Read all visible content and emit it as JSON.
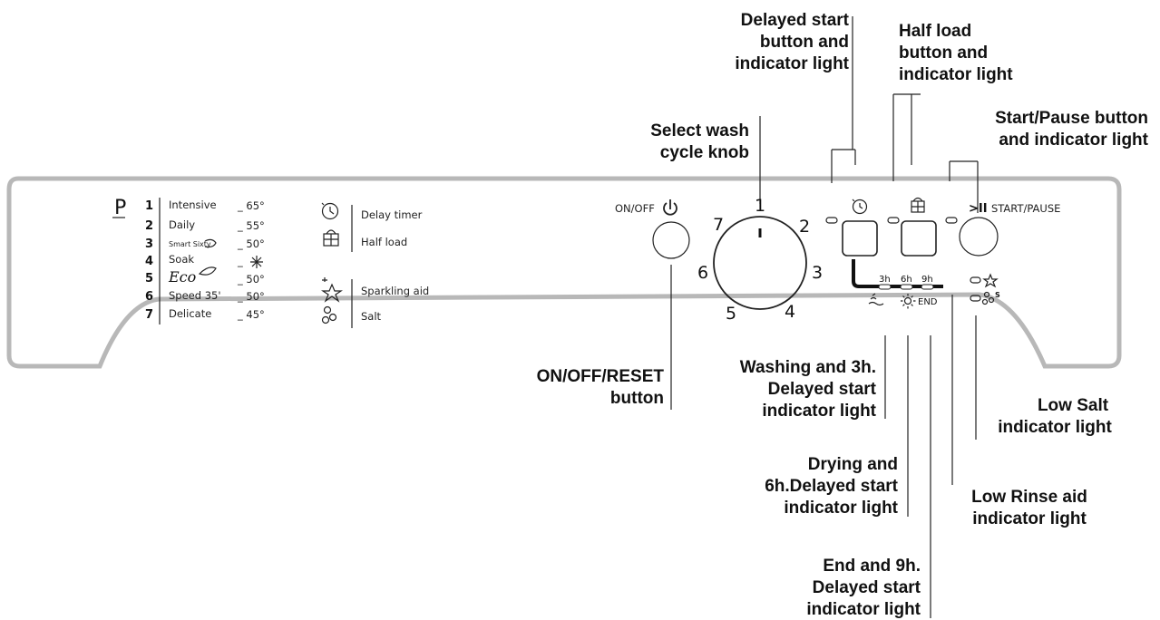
{
  "callouts": {
    "delayed_start": [
      "Delayed start",
      "button and",
      "indicator light"
    ],
    "half_load": [
      "Half load",
      "button and",
      "indicator light"
    ],
    "start_pause": [
      "Start/Pause button",
      "and indicator light"
    ],
    "select_knob": [
      "Select wash",
      "cycle knob"
    ],
    "on_off_reset": [
      "ON/OFF/RESET",
      "button"
    ],
    "washing_3h": [
      "Washing and 3h.",
      "Delayed start",
      "indicator light"
    ],
    "drying_6h": [
      "Drying and",
      "6h.Delayed start",
      "indicator light"
    ],
    "end_9h": [
      "End and 9h.",
      "Delayed start",
      "indicator light"
    ],
    "low_salt": [
      "Low Salt",
      "indicator light"
    ],
    "low_rinse": [
      "Low Rinse aid",
      "indicator light"
    ]
  },
  "programs": {
    "label": "P",
    "items": [
      {
        "num": "1",
        "name": "Intensive",
        "temp": "_ 65°"
      },
      {
        "num": "2",
        "name": "Daily",
        "temp": "_ 55°"
      },
      {
        "num": "3",
        "name": "Smart Sixty",
        "temp": "_ 50°"
      },
      {
        "num": "4",
        "name": "Soak",
        "temp": "_"
      },
      {
        "num": "5",
        "name": "Eco",
        "temp": "_ 50°"
      },
      {
        "num": "6",
        "name": "Speed 35'",
        "temp": "_ 50°"
      },
      {
        "num": "7",
        "name": "Delicate",
        "temp": "_ 45°"
      }
    ]
  },
  "legend": {
    "delay_timer": "Delay timer",
    "half_load": "Half load",
    "sparkling_aid": "Sparkling aid",
    "salt": "Salt"
  },
  "controls": {
    "on_off": "ON/OFF",
    "start_pause": "START/PAUSE",
    "start_pause_symbol": ">II",
    "knob_numbers": [
      "1",
      "2",
      "3",
      "4",
      "5",
      "6",
      "7"
    ],
    "timer_labels": [
      "3h",
      "6h",
      "9h"
    ],
    "end_label": "END",
    "salt_symbol": "S"
  },
  "icons": [
    "power-icon",
    "delay-timer-icon",
    "half-load-icon",
    "sparkling-aid-icon",
    "salt-icon",
    "washing-icon",
    "drying-icon"
  ]
}
